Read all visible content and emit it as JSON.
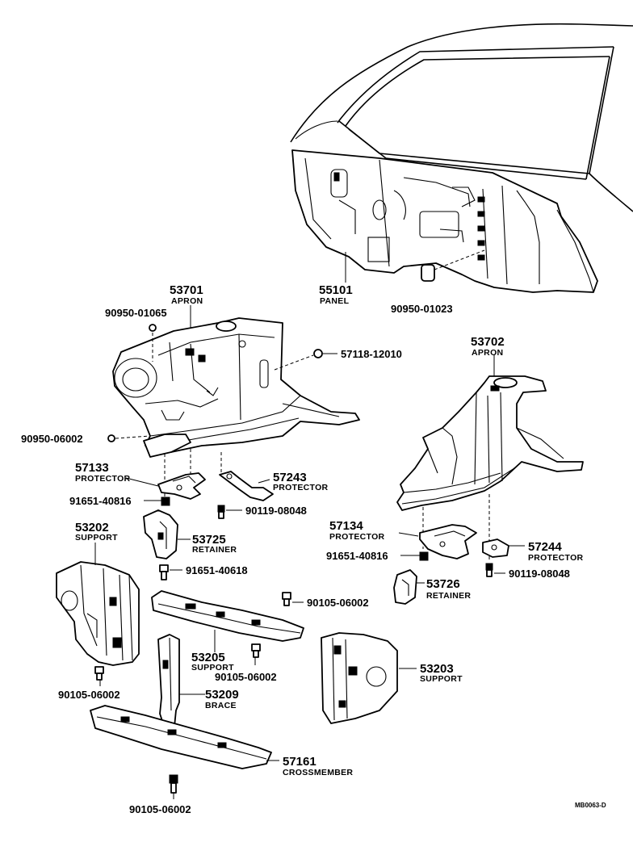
{
  "drawing_code": "MB0063-D",
  "callouts": [
    {
      "key": "p55101",
      "number": "55101",
      "name": "PANEL"
    },
    {
      "key": "p90950_01023",
      "number": "90950-01023",
      "name": ""
    },
    {
      "key": "p53701",
      "number": "53701",
      "name": "APRON"
    },
    {
      "key": "p90950_01065",
      "number": "90950-01065",
      "name": ""
    },
    {
      "key": "p57118_12010",
      "number": "57118-12010",
      "name": ""
    },
    {
      "key": "p90950_06002",
      "number": "90950-06002",
      "name": ""
    },
    {
      "key": "p53702",
      "number": "53702",
      "name": "APRON"
    },
    {
      "key": "p57133",
      "number": "57133",
      "name": "PROTECTOR"
    },
    {
      "key": "p57243",
      "number": "57243",
      "name": "PROTECTOR"
    },
    {
      "key": "p91651_40816a",
      "number": "91651-40816",
      "name": ""
    },
    {
      "key": "p90119_08048a",
      "number": "90119-08048",
      "name": ""
    },
    {
      "key": "p57134",
      "number": "57134",
      "name": "PROTECTOR"
    },
    {
      "key": "p57244",
      "number": "57244",
      "name": "PROTECTOR"
    },
    {
      "key": "p91651_40816b",
      "number": "91651-40816",
      "name": ""
    },
    {
      "key": "p90119_08048b",
      "number": "90119-08048",
      "name": ""
    },
    {
      "key": "p53202",
      "number": "53202",
      "name": "SUPPORT"
    },
    {
      "key": "p53725",
      "number": "53725",
      "name": "RETAINER"
    },
    {
      "key": "p91651_40618",
      "number": "91651-40618",
      "name": ""
    },
    {
      "key": "p53726",
      "number": "53726",
      "name": "RETAINER"
    },
    {
      "key": "p90105_06002a",
      "number": "90105-06002",
      "name": ""
    },
    {
      "key": "p53205",
      "number": "53205",
      "name": "SUPPORT"
    },
    {
      "key": "p90105_06002b",
      "number": "90105-06002",
      "name": ""
    },
    {
      "key": "p53203",
      "number": "53203",
      "name": "SUPPORT"
    },
    {
      "key": "p90105_06002c",
      "number": "90105-06002",
      "name": ""
    },
    {
      "key": "p53209",
      "number": "53209",
      "name": "BRACE"
    },
    {
      "key": "p57161",
      "number": "57161",
      "name": "CROSSMEMBER"
    },
    {
      "key": "p90105_06002d",
      "number": "90105-06002",
      "name": ""
    }
  ]
}
